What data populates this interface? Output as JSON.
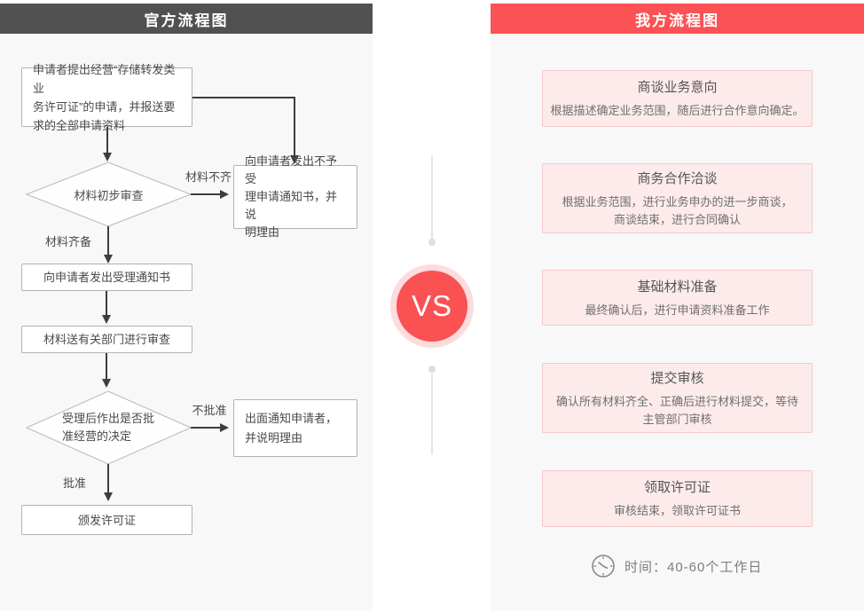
{
  "left_panel": {
    "title": "官方流程图",
    "header_color": "#515151",
    "nodes": {
      "start": "申请者提出经营“存储转发类业\n务许可证”的申请，并报送要\n求的全部申请资料",
      "decision1": "材料初步审查",
      "reject_notice": "向申请者发出不予受\n理申请通知书，并说\n明理由",
      "accept_notice": "向申请者发出受理通知书",
      "review": "材料送有关部门进行审查",
      "decision2": "受理后作出是否批\n准经营的决定",
      "reject_inform": "出面通知申请者，\n并说明理由",
      "issue_license": "颁发许可证"
    },
    "edge_labels": {
      "materials_incomplete": "材料不齐",
      "materials_complete": "材料齐备",
      "not_approved": "不批准",
      "approved": "批准"
    }
  },
  "divider": {
    "vs_label": "VS",
    "circle_color": "#fa5153",
    "ring_color": "#fcdcdc"
  },
  "right_panel": {
    "title": "我方流程图",
    "header_color": "#fb5255",
    "steps": [
      {
        "title": "商谈业务意向",
        "desc": "根据描述确定业务范围，随后进行合作意向确定。"
      },
      {
        "title": "商务合作洽谈",
        "desc": "根据业务范围，进行业务申办的进一步商谈，\n商谈结束，进行合同确认"
      },
      {
        "title": "基础材料准备",
        "desc": "最终确认后，进行申请资料准备工作"
      },
      {
        "title": "提交审核",
        "desc": "确认所有材料齐全、正确后进行材料提交，等待\n主管部门审核"
      },
      {
        "title": "领取许可证",
        "desc": "审核结束，领取许可证书"
      }
    ],
    "time_note": "时间：40-60个工作日"
  }
}
